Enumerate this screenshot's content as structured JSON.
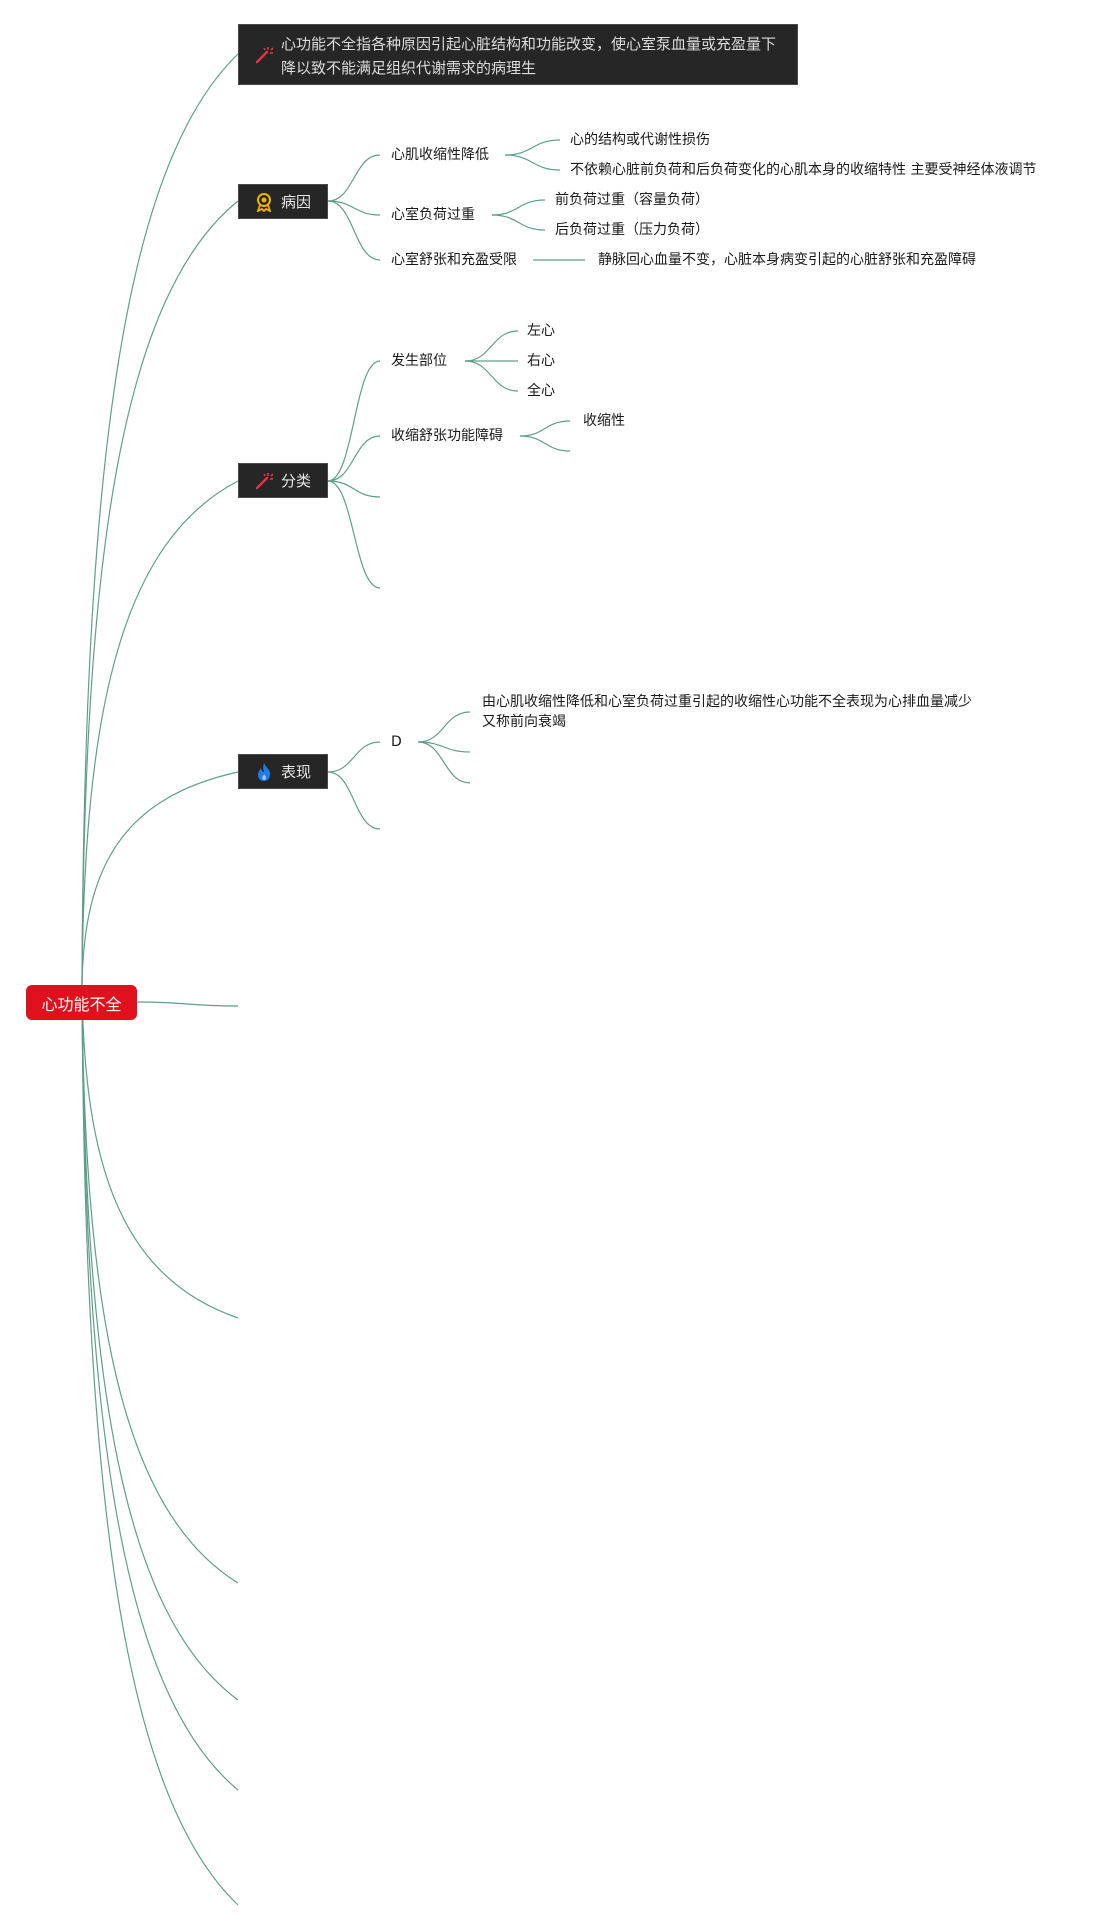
{
  "colors": {
    "root_fill": "#e0101e",
    "topic_fill": "#262626",
    "connector": "#5f9e8c",
    "icon_red": "#e8304a",
    "icon_gold": "#f0b400",
    "icon_blue": "#1e7ee8"
  },
  "root": {
    "label": "心功能不全"
  },
  "definition": {
    "text": "心功能不全指各种原因引起心脏结构和功能改变，使心室泵血量或充盈量下降以致不能满足组织代谢需求的病理生",
    "icon": "magic-wand-icon"
  },
  "etiology": {
    "label": "病因",
    "icon": "award-badge-icon",
    "children": [
      {
        "label": "心肌收缩性降低",
        "children": [
          "心的结构或代谢性损伤",
          "不依赖心脏前负荷和后负荷变化的心肌本身的收缩特性 主要受神经体液调节"
        ]
      },
      {
        "label": "心室负荷过重",
        "children": [
          "前负荷过重（容量负荷）",
          "后负荷过重（压力负荷）"
        ]
      },
      {
        "label": "心室舒张和充盈受限",
        "children": [
          "静脉回心血量不变，心脏本身病变引起的心脏舒张和充盈障碍"
        ]
      }
    ]
  },
  "classification": {
    "label": "分类",
    "icon": "magic-wand-icon",
    "children": [
      {
        "label": "发生部位",
        "children": [
          "左心",
          "右心",
          "全心"
        ]
      },
      {
        "label": "收缩舒张功能障碍",
        "children": [
          "收缩性"
        ]
      }
    ]
  },
  "manifestation": {
    "label": "表现",
    "icon": "flame-icon",
    "children": [
      {
        "label": "D",
        "children": [
          "由心肌收缩性降低和心室负荷过重引起的收缩性心功能不全表现为心排血量减少又称前向衰竭"
        ]
      }
    ]
  },
  "wrapped_text": {
    "manifestation_line1": "由心肌收缩性降低和心室负荷过重引起的收缩性心功能不全表现为心排血量减少",
    "manifestation_line2": "又称前向衰竭"
  }
}
